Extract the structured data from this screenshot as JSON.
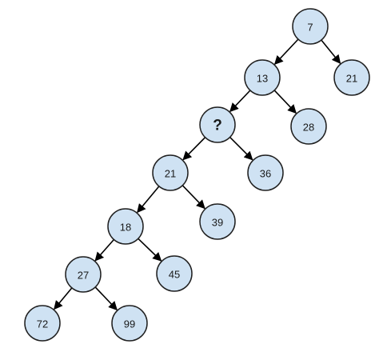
{
  "tree": {
    "root": "n7",
    "nodes": [
      {
        "id": "n7",
        "label": "7",
        "children": [
          "n13",
          "n21a"
        ]
      },
      {
        "id": "n13",
        "label": "13",
        "children": [
          "nq",
          "n28"
        ]
      },
      {
        "id": "n21a",
        "label": "21",
        "children": []
      },
      {
        "id": "nq",
        "label": "?",
        "children": [
          "n21b",
          "n36"
        ]
      },
      {
        "id": "n28",
        "label": "28",
        "children": []
      },
      {
        "id": "n21b",
        "label": "21",
        "children": [
          "n18",
          "n39"
        ]
      },
      {
        "id": "n36",
        "label": "36",
        "children": []
      },
      {
        "id": "n18",
        "label": "18",
        "children": [
          "n27",
          "n45"
        ]
      },
      {
        "id": "n39",
        "label": "39",
        "children": []
      },
      {
        "id": "n27",
        "label": "27",
        "children": [
          "n72",
          "n99"
        ]
      },
      {
        "id": "n45",
        "label": "45",
        "children": []
      },
      {
        "id": "n72",
        "label": "72",
        "children": []
      },
      {
        "id": "n99",
        "label": "99",
        "children": []
      }
    ]
  },
  "colors": {
    "node_fill": "#cfe2f3",
    "node_stroke": "#1f1f1f",
    "edge": "#000000",
    "text": "#1a1a1a"
  }
}
